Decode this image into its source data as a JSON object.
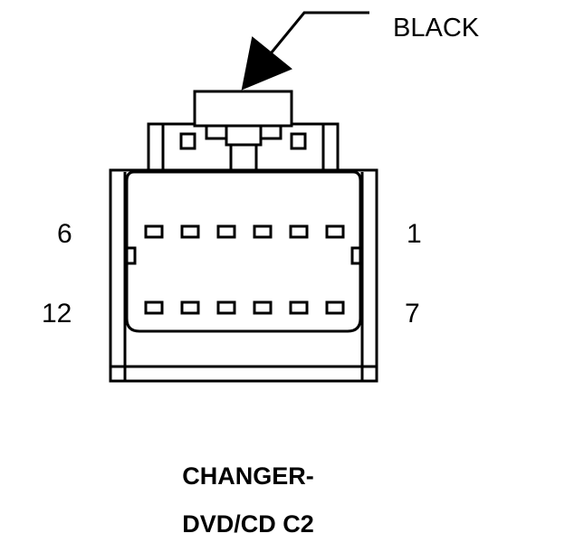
{
  "callout": {
    "color_label": "BLACK"
  },
  "pins": {
    "top_left": "6",
    "top_right": "1",
    "bottom_left": "12",
    "bottom_right": "7"
  },
  "connector": {
    "pin_count": 12,
    "pins_per_row": 6,
    "rows": 2
  },
  "title": {
    "line1": "CHANGER-",
    "line2": "DVD/CD C2"
  },
  "colors": {
    "line": "#000000",
    "background": "#ffffff"
  }
}
